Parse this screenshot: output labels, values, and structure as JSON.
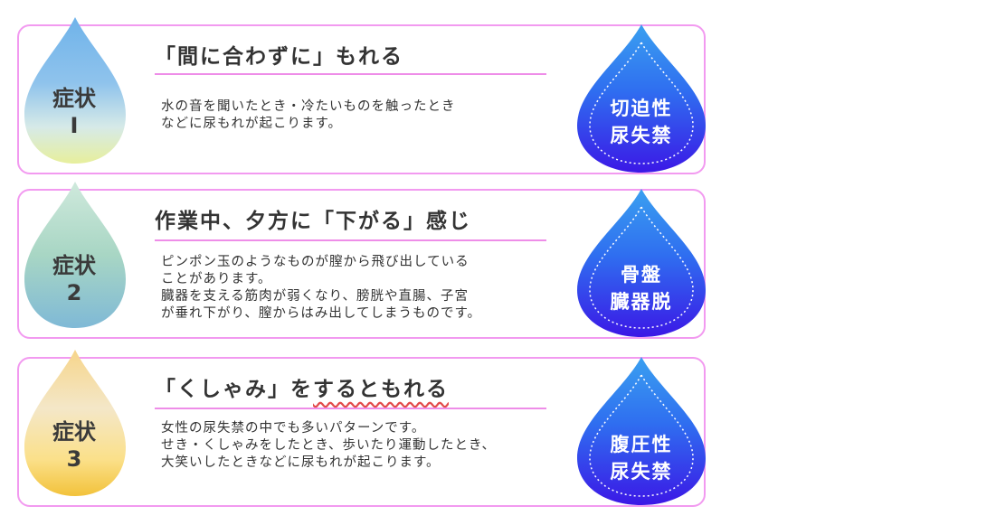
{
  "colors": {
    "border": "#f29af0",
    "rule": "#ee8de8",
    "right_drop_top": "#3aa0f0",
    "right_drop_bottom": "#3b18e6",
    "drop1": [
      "#8fc3ec",
      "#d6eae8",
      "#e7ef9c"
    ],
    "drop2": [
      "#b7dfd5",
      "#a8d6c4",
      "#7fb9d6"
    ],
    "drop3": [
      "#f4e7c8",
      "#fbe08a",
      "#f2c23a"
    ]
  },
  "items": [
    {
      "symptom": "症状",
      "number": "I",
      "heading": "「間に合わずに」もれる",
      "lines": [
        "水の音を聞いたとき・冷たいものを触ったとき",
        "などに尿もれが起こります。"
      ],
      "type": [
        "切迫性",
        "尿失禁"
      ]
    },
    {
      "symptom": "症状",
      "number": "2",
      "heading": "作業中、夕方に「下がる」感じ",
      "lines": [
        "ピンポン玉のようなものが膣から飛び出している",
        "ことがあります。",
        "臓器を支える筋肉が弱くなり、膀胱や直腸、子宮",
        "が垂れ下がり、膣からはみ出してしまうものです。"
      ],
      "type": [
        "骨盤",
        "臓器脱"
      ]
    },
    {
      "symptom": "症状",
      "number": "3",
      "heading_plain": "「くしゃみ」を",
      "heading_underlined": "するともれる",
      "lines": [
        "女性の尿失禁の中でも多いパターンです。",
        "せき・くしゃみをしたとき、歩いたり運動したとき、",
        "大笑いしたときなどに尿もれが起こります。"
      ],
      "type": [
        "腹圧性",
        "尿失禁"
      ]
    }
  ]
}
